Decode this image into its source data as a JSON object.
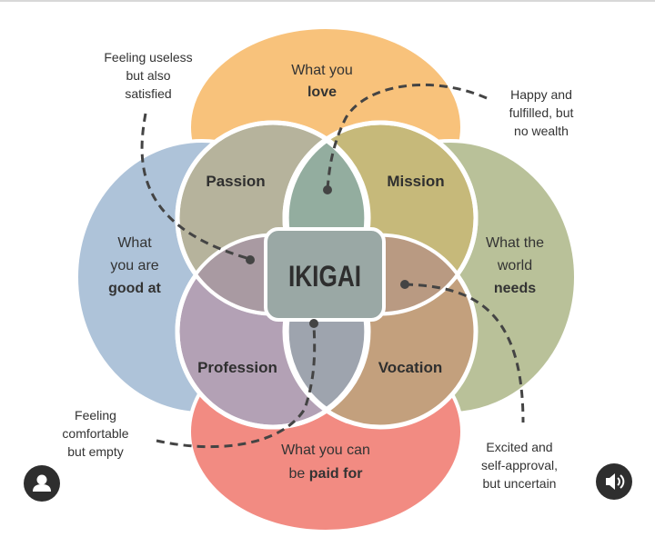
{
  "diagram": {
    "center": "IKIGAI",
    "circles": {
      "love": {
        "line1": "What you",
        "line2": "love",
        "color": "#f8c27b"
      },
      "good_at": {
        "line1": "What",
        "line2": "you are",
        "line3": "good at",
        "color": "#aec3d9"
      },
      "world_needs": {
        "line1": "What the",
        "line2": "world",
        "line3": "needs",
        "color": "#b9c199"
      },
      "paid_for": {
        "line1": "What you can",
        "line2": "be ",
        "line2_bold": "paid for",
        "color": "#f28b82"
      }
    },
    "overlaps": {
      "passion": "Passion",
      "mission": "Mission",
      "profession": "Profession",
      "vocation": "Vocation"
    },
    "notes": {
      "top_left": "Feeling useless\nbut also\nsatisfied",
      "top_right": "Happy and\nfulfilled, but\nno wealth",
      "bottom_left": "Feeling\ncomfortable\nbut empty",
      "bottom_right": "Excited and\nself-approval,\nbut uncertain"
    }
  },
  "controls": {
    "avatar_icon": "user-icon",
    "sound_icon": "speaker-icon"
  }
}
